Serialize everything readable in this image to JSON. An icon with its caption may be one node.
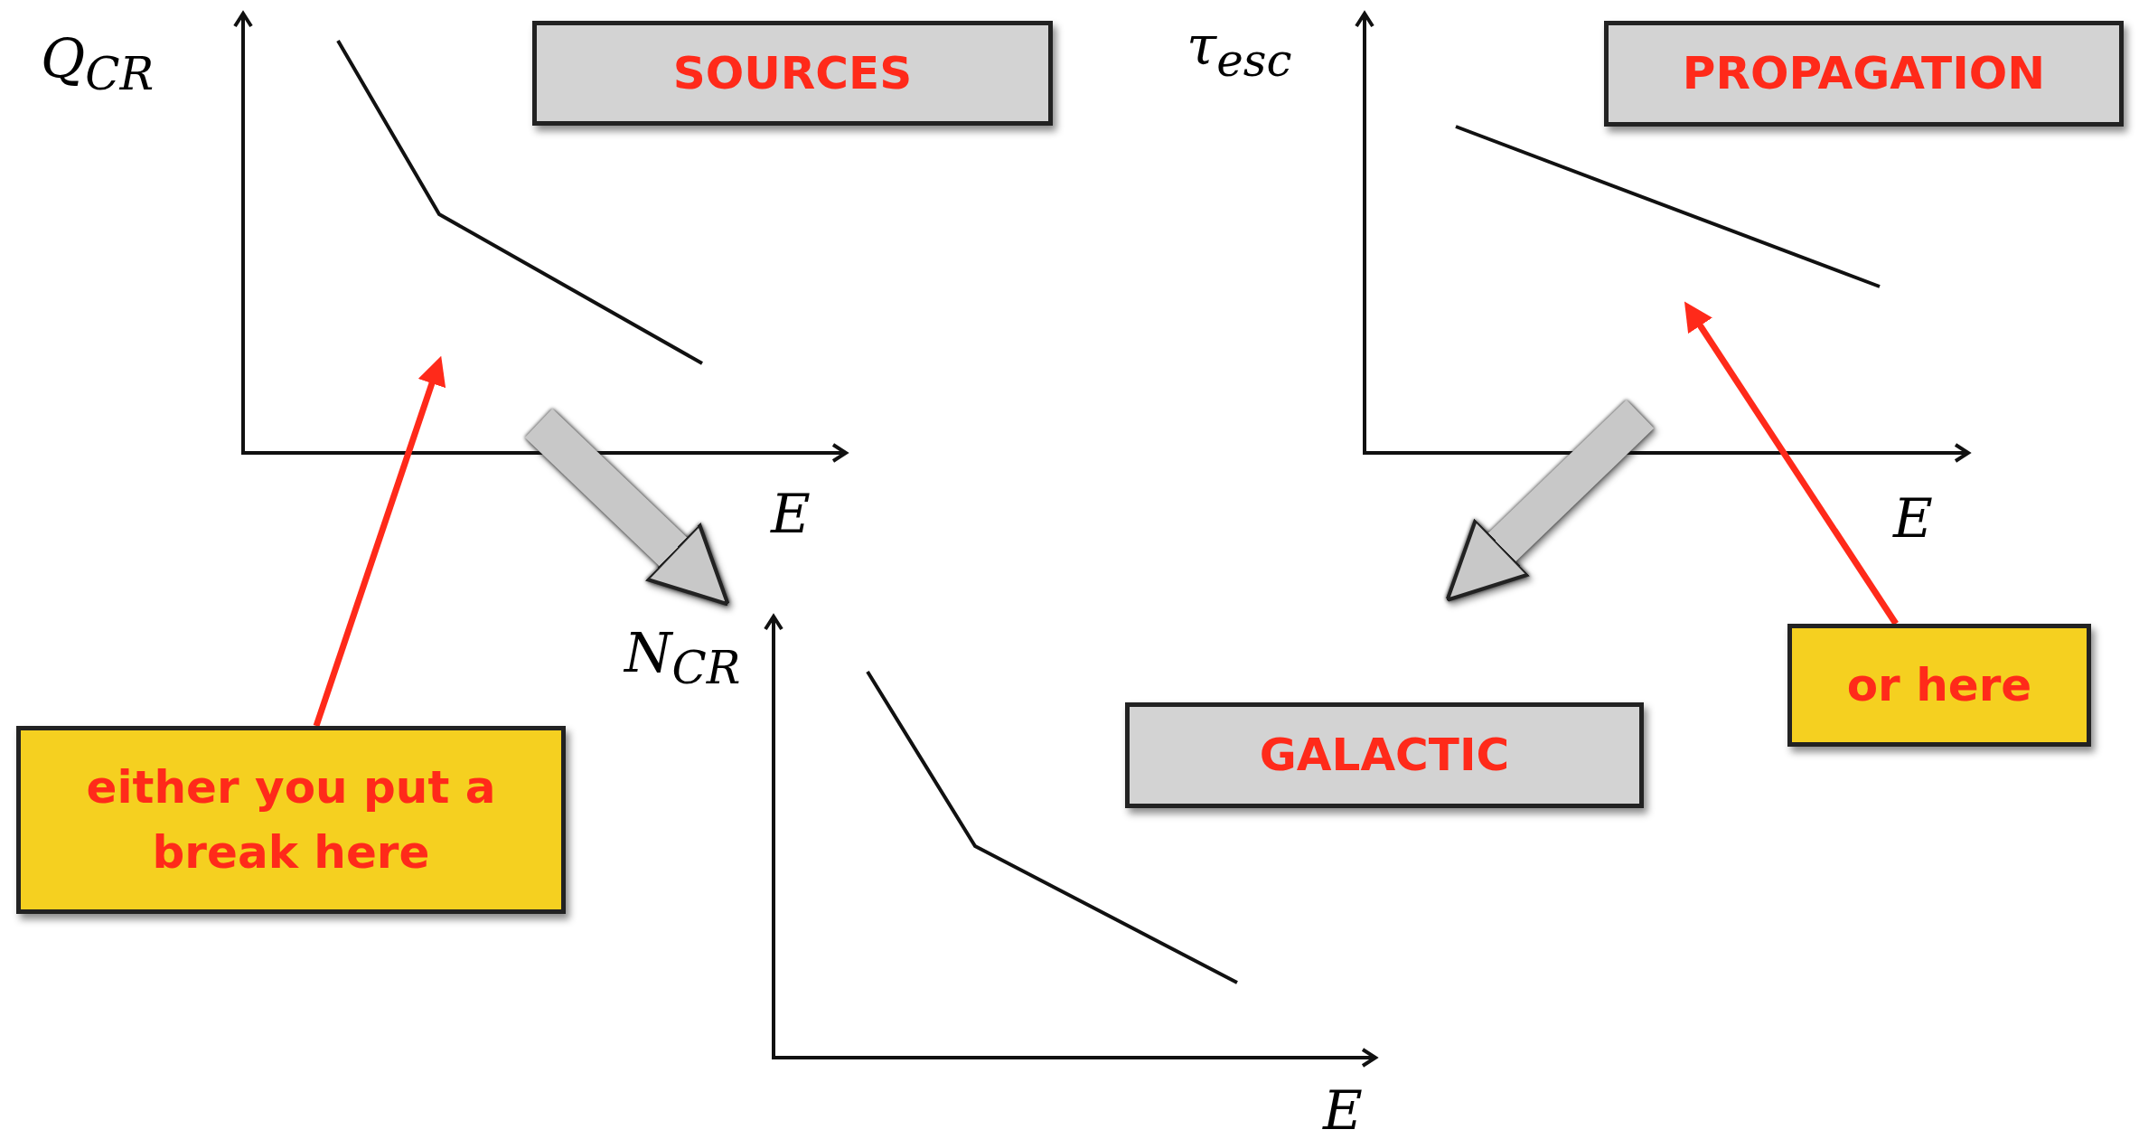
{
  "diagram": {
    "nodes": [
      {
        "text": [
          "Q$_{CR}$",
          "E"
        ]
      },
      {
        "text": [
          "SOURCES"
        ]
      },
      {
        "text": [
          "τ$_{esc}$",
          "E"
        ]
      },
      {
        "text": [
          "PROPAGATION"
        ]
      },
      {
        "text": [
          "or here"
        ]
      },
      {
        "text": [
          "N$_{CR}$",
          "E"
        ]
      },
      {
        "text": [
          "GALACTIC"
        ]
      },
      {
        "text": [
          "either you put a break here"
        ]
      }
    ],
    "edges": [
      {
        "from": 0,
        "to": 5,
        "arrow": "to",
        "style": "thick",
        "color": "#c8c8c8"
      },
      {
        "from": 2,
        "to": 5,
        "arrow": "to",
        "style": "thick",
        "color": "#c8c8c8"
      },
      {
        "from": 7,
        "to": 0,
        "arrow": "to",
        "color": "#ff2a1a"
      },
      {
        "from": 4,
        "to": 2,
        "arrow": "to",
        "color": "#ff2a1a"
      }
    ]
  }
}
